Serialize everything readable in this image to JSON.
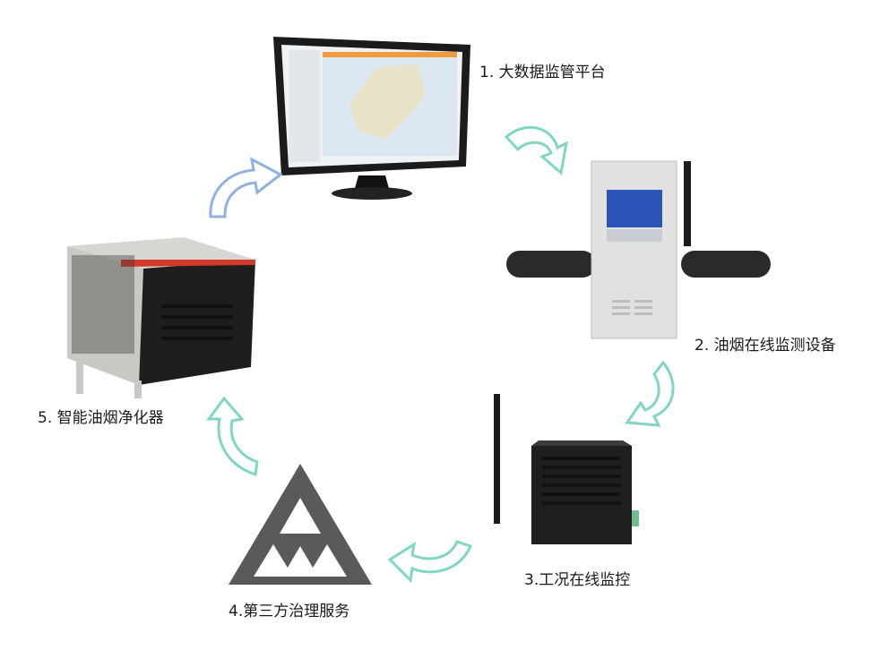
{
  "nodes": [
    {
      "id": "platform",
      "label": "1. 大数据监管平台"
    },
    {
      "id": "monitor",
      "label": "2. 油烟在线监测设备"
    },
    {
      "id": "condition",
      "label": "3.工况在线监控"
    },
    {
      "id": "service",
      "label": "4.第三方治理服务"
    },
    {
      "id": "purifier",
      "label": "5. 智能油烟净化器"
    }
  ],
  "colors": {
    "arrow_teal": "#7fd6c2",
    "arrow_blue": "#8fb2e0"
  }
}
